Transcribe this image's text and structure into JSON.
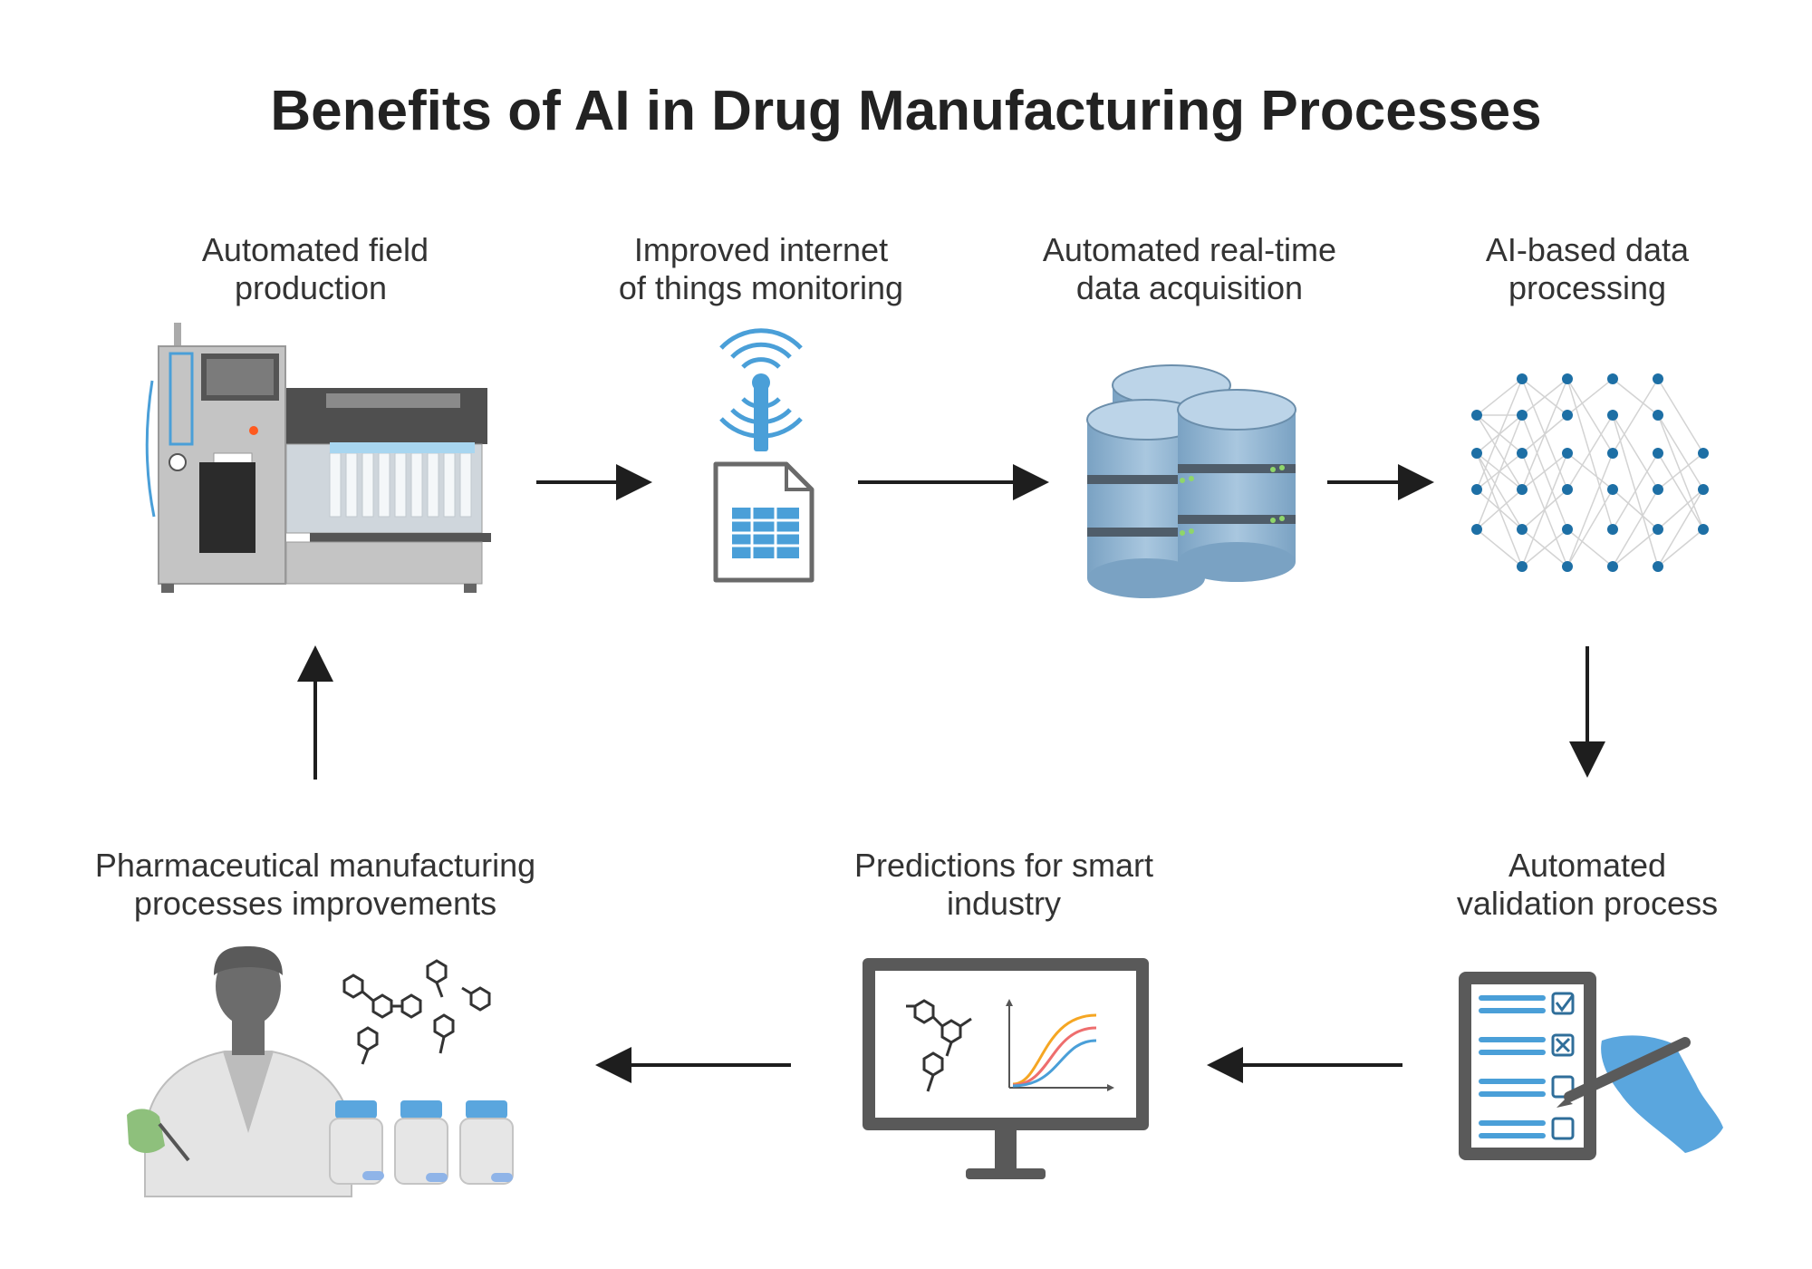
{
  "title": "Benefits of AI in Drug Manufacturing Processes",
  "steps": [
    {
      "line1": "Automated field",
      "line2": "production",
      "icon": "lab-equipment-icon"
    },
    {
      "line1": "Improved internet",
      "line2": "of things monitoring",
      "icon": "iot-antenna-document-icon"
    },
    {
      "line1": "Automated real-time",
      "line2": "data acquisition",
      "icon": "database-icon"
    },
    {
      "line1": "AI-based data",
      "line2": "processing",
      "icon": "neural-network-icon"
    },
    {
      "line1": "Automated",
      "line2": "validation process",
      "icon": "checklist-icon"
    },
    {
      "line1": "Predictions for smart",
      "line2": "industry",
      "icon": "monitor-chart-icon"
    },
    {
      "line1": "Pharmaceutical manufacturing",
      "line2": "processes improvements",
      "icon": "scientist-pill-bottles-icon"
    }
  ],
  "colors": {
    "accent_blue": "#4a9fd8",
    "node_blue": "#1d6fa5",
    "machine_grey": "#b9b9b9",
    "database_blue": "#8fb4d2",
    "arrow": "#1e1e1e",
    "text": "#333333"
  }
}
